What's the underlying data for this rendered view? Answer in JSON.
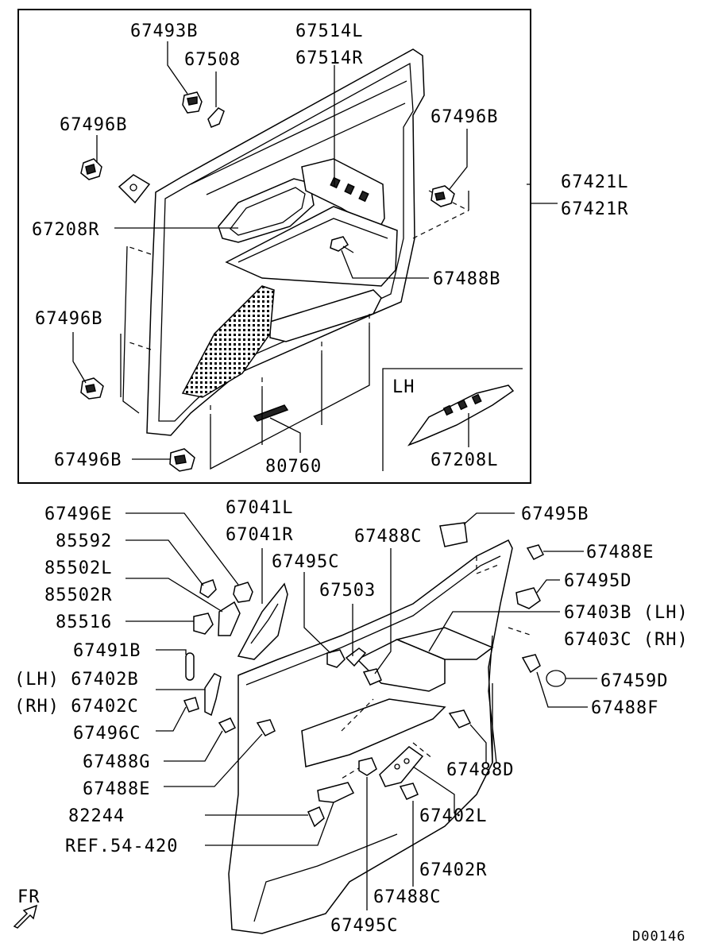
{
  "diagram": {
    "code": "D00146",
    "direction_marker": "FR",
    "inset_label": "LH",
    "top_panel_labels": {
      "p67493B": "67493B",
      "p67508": "67508",
      "p67514L": "67514L",
      "p67514R": "67514R",
      "p67496B_a": "67496B",
      "p67496B_b": "67496B",
      "p67421L": "67421L",
      "p67421R": "67421R",
      "p67208R": "67208R",
      "p67488B": "67488B",
      "p67496B_c": "67496B",
      "p67496B_d": "67496B",
      "p80760": "80760",
      "p67208L": "67208L"
    },
    "bottom_panel_labels": {
      "p67496E": "67496E",
      "p85592": "85592",
      "p85502L": "85502L",
      "p85502R": "85502R",
      "p85516": "85516",
      "p67491B": "67491B",
      "p67402B": "(LH) 67402B",
      "p67402C": "(RH) 67402C",
      "p67496C": "67496C",
      "p67488G": "67488G",
      "p67488E_a": "67488E",
      "p82244": "82244",
      "pREF": "REF.54-420",
      "p67041L": "67041L",
      "p67041R": "67041R",
      "p67495C_a": "67495C",
      "p67503": "67503",
      "p67488C_a": "67488C",
      "p67495B": "67495B",
      "p67488E_b": "67488E",
      "p67495D": "67495D",
      "p67403B": "67403B (LH)",
      "p67403C": "67403C (RH)",
      "p67459D": "67459D",
      "p67488F": "67488F",
      "p67488D": "67488D",
      "p67402L": "67402L",
      "p67402R": "67402R",
      "p67488C_b": "67488C",
      "p67495C_b": "67495C"
    }
  }
}
